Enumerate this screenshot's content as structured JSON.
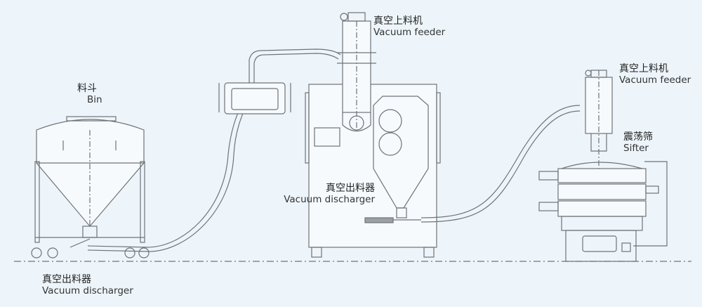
{
  "labels": {
    "bin": {
      "cn": "料斗",
      "en": "Bin"
    },
    "feeder_center": {
      "cn": "真空上料机",
      "en": "Vacuum feeder"
    },
    "feeder_right": {
      "cn": "真空上料机",
      "en": "Vacuum feeder"
    },
    "sifter": {
      "cn": "震荡筛",
      "en": "Sifter"
    },
    "discharger_center": {
      "cn": "真空出料器",
      "en": "Vacuum discharger"
    },
    "discharger_left": {
      "cn": "真空出料器",
      "en": "Vacuum discharger"
    }
  },
  "colors": {
    "background": "#edf5fb",
    "line": "#6f7378",
    "label": "#222222"
  }
}
